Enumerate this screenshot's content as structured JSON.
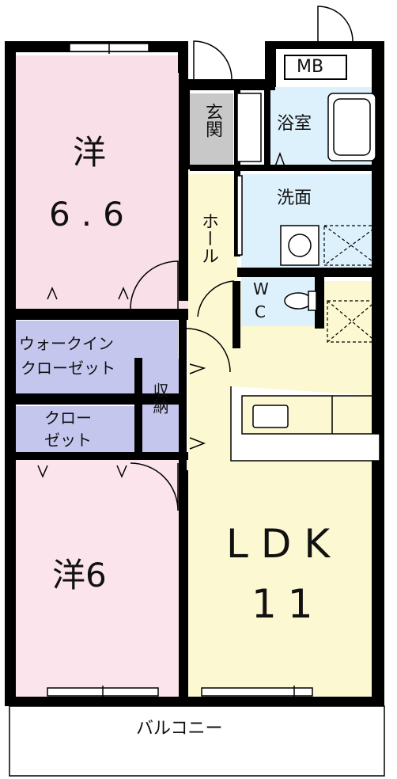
{
  "rooms": {
    "western_room_1": {
      "type": "洋",
      "size": "6.6"
    },
    "western_room_2": {
      "label": "洋6"
    },
    "ldk": {
      "type": "LDK",
      "size": "11"
    },
    "walk_in_closet": {
      "line1": "ウォークイン",
      "line2": "クローゼット"
    },
    "closet": {
      "line1": "クロー",
      "line2": "ゼット"
    },
    "storage": "収納",
    "entrance": "玄関",
    "bathroom": "浴室",
    "washroom": "洗面",
    "hall": "ホール",
    "toilet_w": "W",
    "toilet_c": "C",
    "meter_box": "MB",
    "balcony": "バルコニー"
  },
  "colors": {
    "western": "#f9dfe8",
    "western2": "#fbe4ec",
    "ldk": "#fcf8d2",
    "closet": "#c5c6ee",
    "wet_area": "#ddf1fc",
    "entrance": "#c8c8c8",
    "wall": "#000000"
  }
}
